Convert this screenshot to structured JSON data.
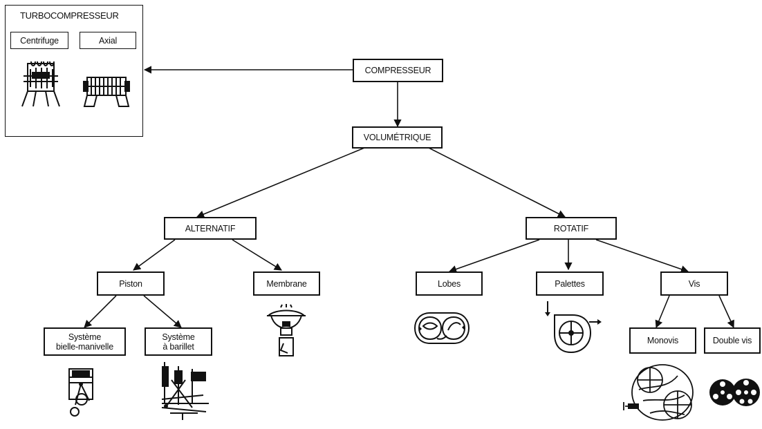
{
  "turbo": {
    "title": "TURBOCOMPRESSEUR",
    "centrifuge": "Centrifuge",
    "axial": "Axial"
  },
  "nodes": {
    "compresseur": "COMPRESSEUR",
    "volumetrique": "VOLUMÉTRIQUE",
    "alternatif": "ALTERNATIF",
    "rotatif": "ROTATIF",
    "piston": "Piston",
    "membrane": "Membrane",
    "lobes": "Lobes",
    "palettes": "Palettes",
    "vis": "Vis",
    "bielle_line1": "Système",
    "bielle_line2": "bielle-manivelle",
    "barillet_line1": "Système",
    "barillet_line2": "à barillet",
    "monovis": "Monovis",
    "double_vis": "Double vis"
  },
  "colors": {
    "ink": "#111111",
    "background": "#ffffff"
  },
  "icons": {
    "centrifugal": "centrifugal-compressor-icon",
    "axial": "axial-compressor-icon",
    "crank_piston": "crank-piston-icon",
    "swashplate": "swashplate-icon",
    "diaphragm": "diaphragm-icon",
    "lobes": "lobe-rotor-icon",
    "vane": "vane-rotor-icon",
    "single_screw": "single-screw-icon",
    "twin_screw": "twin-screw-icon"
  }
}
